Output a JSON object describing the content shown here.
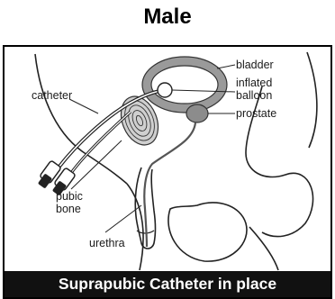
{
  "title": "Male",
  "labels": {
    "catheter": "catheter",
    "bladder": "bladder",
    "inflated_balloon_line1": "inflated",
    "inflated_balloon_line2": "balloon",
    "prostate": "prostate",
    "pubic_bone_line1": "pubic",
    "pubic_bone_line2": "bone",
    "urethra": "urethra"
  },
  "caption": "Suprapubic Catheter in place"
}
